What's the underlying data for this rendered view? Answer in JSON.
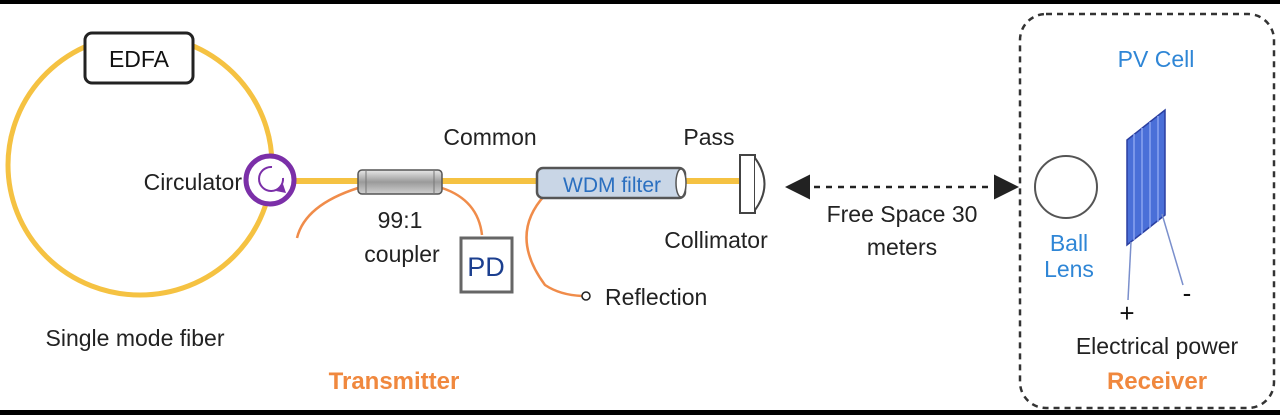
{
  "labels": {
    "edfa": "EDFA",
    "circulator": "Circulator",
    "single_mode_fiber": "Single mode fiber",
    "common": "Common",
    "pass": "Pass",
    "coupler_ratio": "99:1",
    "coupler": "coupler",
    "pd": "PD",
    "wdm_filter": "WDM filter",
    "collimator": "Collimator",
    "reflection": "Reflection",
    "free_space_line1": "Free Space 30",
    "free_space_line2": "meters",
    "pv_cell": "PV Cell",
    "ball_line1": "Ball",
    "ball_line2": "Lens",
    "plus": "+",
    "minus": "-",
    "electrical_power": "Electrical power",
    "transmitter": "Transmitter",
    "receiver": "Receiver"
  },
  "colors": {
    "fiber": "#f5c242",
    "pigtail": "#f08c4a",
    "circulator": "#7b2fa8",
    "wdm_text": "#2a6fc0",
    "wdm_fill": "#c9d6e6",
    "pd_text": "#1c3f8f",
    "pv_text": "#2f86d6",
    "pv_cell": "#4a6fd8",
    "section_label": "#f0883e",
    "text": "#222222",
    "background": "#ffffff"
  }
}
